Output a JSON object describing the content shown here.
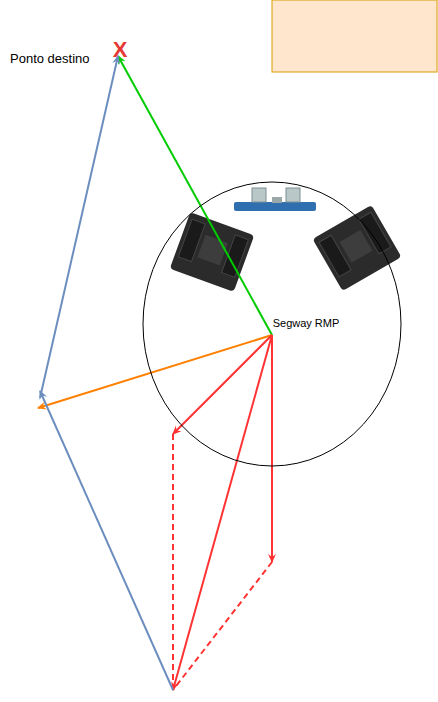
{
  "diagram": {
    "nodes": [
      {
        "text": [
          "Segway RMP"
        ]
      }
    ],
    "labels": [
      "Ponto destino",
      "X"
    ]
  }
}
